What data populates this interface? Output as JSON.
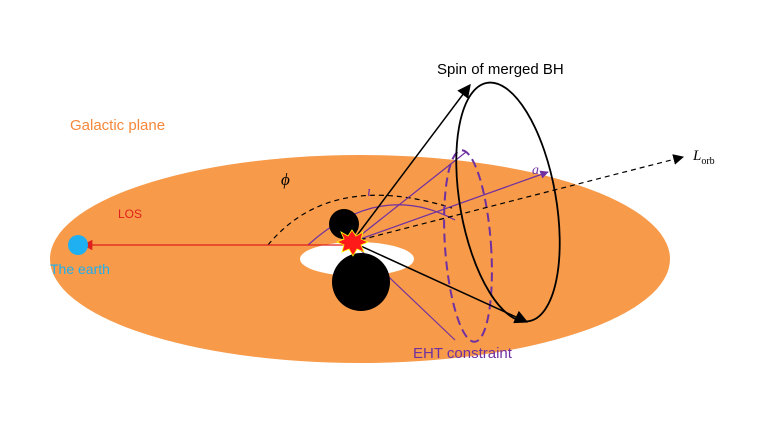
{
  "labels": {
    "galactic_plane": "Galactic plane",
    "spin": "Spin of merged BH",
    "los": "LOS",
    "earth": "The earth",
    "eht": "EHT constraint",
    "phi": "ϕ",
    "iota": "ι",
    "a": "a",
    "lorb_main": "L",
    "lorb_sub": "orb"
  },
  "colors": {
    "plane": "#f79a4a",
    "plane_text": "#f5883a",
    "los": "#e0201c",
    "earth": "#1eb0f0",
    "purple": "#7030a0",
    "black": "#000000",
    "burst": "#ff1a1a"
  }
}
